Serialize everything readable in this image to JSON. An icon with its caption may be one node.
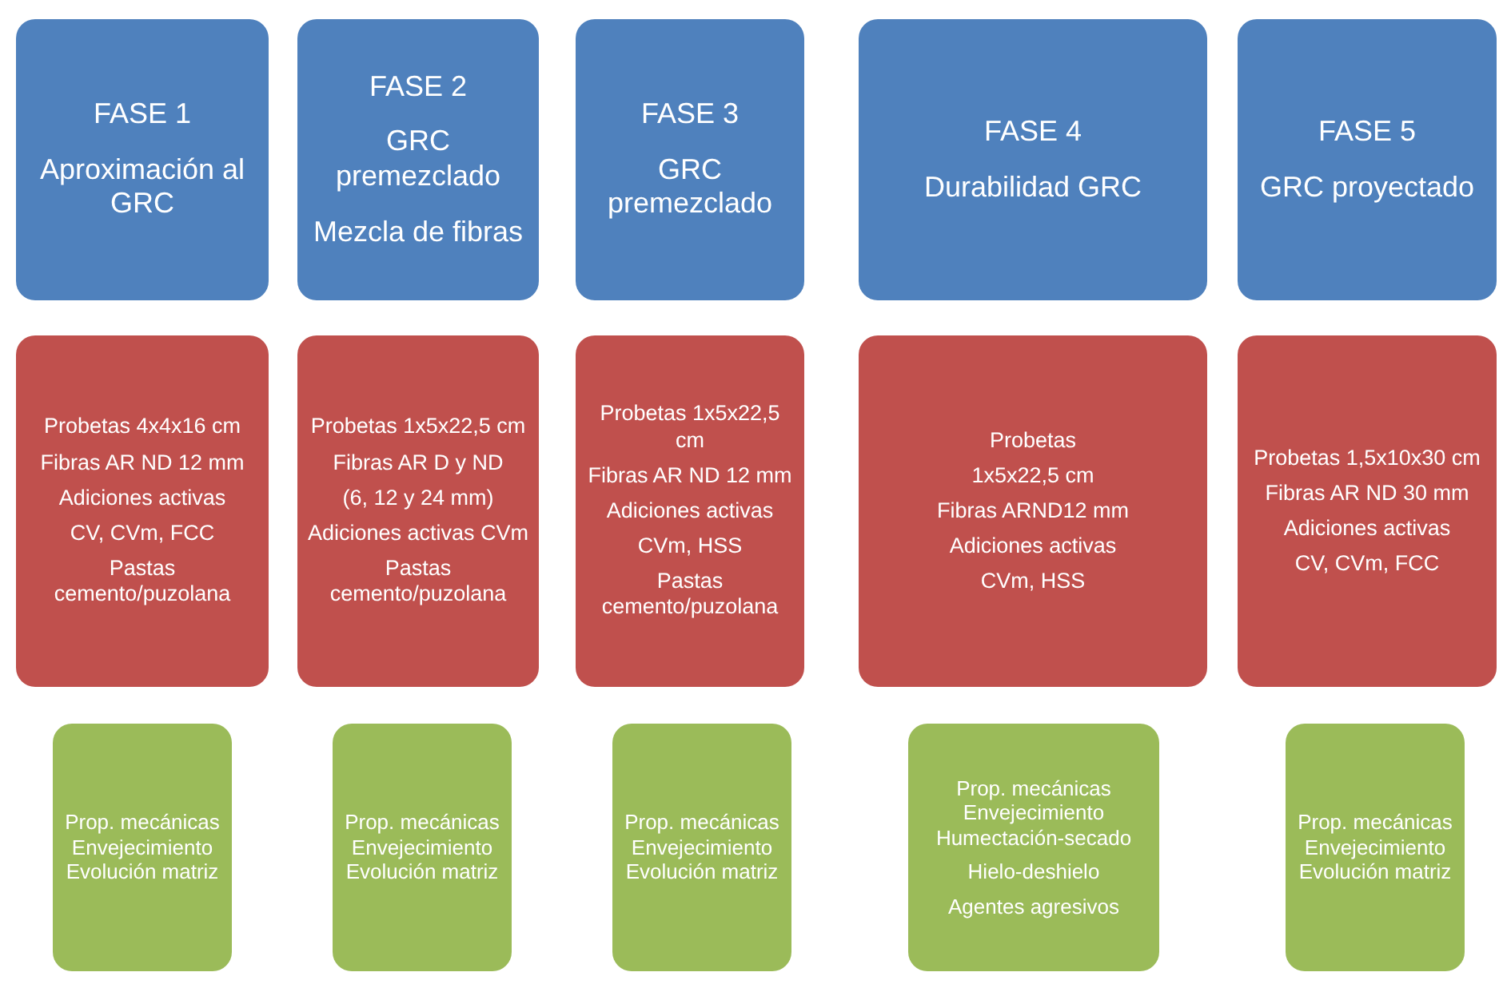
{
  "diagram": {
    "nodes": [
      {
        "text": [
          "FASE 1",
          "Aproximación al GRC"
        ]
      },
      {
        "text": [
          "FASE 2",
          "GRC premezclado",
          "Mezcla de fibras"
        ]
      },
      {
        "text": [
          "FASE 3",
          "GRC premezclado"
        ]
      },
      {
        "text": [
          "FASE 4",
          "Durabilidad GRC"
        ]
      },
      {
        "text": [
          "FASE 5",
          "GRC proyectado"
        ]
      },
      {
        "text": [
          "Probetas 4x4x16 cm",
          "Fibras AR ND 12 mm",
          "Adiciones activas",
          "CV, CVm, FCC",
          "Pastas cemento/puzolana"
        ]
      },
      {
        "text": [
          "Probetas 1x5x22,5 cm",
          "Fibras AR D y ND",
          "(6, 12 y 24 mm)",
          "Adiciones activas CVm",
          "Pastas cemento/puzolana"
        ]
      },
      {
        "text": [
          "Probetas 1x5x22,5 cm",
          "Fibras AR ND 12 mm",
          "Adiciones activas",
          "CVm, HSS",
          "Pastas cemento/puzolana"
        ]
      },
      {
        "text": [
          "Probetas",
          "1x5x22,5 cm",
          "Fibras ARND12 mm",
          "Adiciones activas",
          "CVm, HSS"
        ]
      },
      {
        "text": [
          "Probetas 1,5x10x30 cm",
          "Fibras AR ND 30 mm",
          "Adiciones activas",
          "CV, CVm, FCC"
        ]
      },
      {
        "text": [
          "Prop. mecánicas Envejecimiento Evolución matriz"
        ]
      },
      {
        "text": [
          "Prop. mecánicas Envejecimiento Evolución matriz"
        ]
      },
      {
        "text": [
          "Prop. mecánicas Envejecimiento Evolución matriz"
        ]
      },
      {
        "text": [
          "Prop. mecánicas Envejecimiento Humectación-secado",
          "Hielo-deshielo",
          "Agentes agresivos"
        ]
      },
      {
        "text": [
          "Prop. mecánicas Envejecimiento Evolución matriz"
        ]
      }
    ]
  }
}
